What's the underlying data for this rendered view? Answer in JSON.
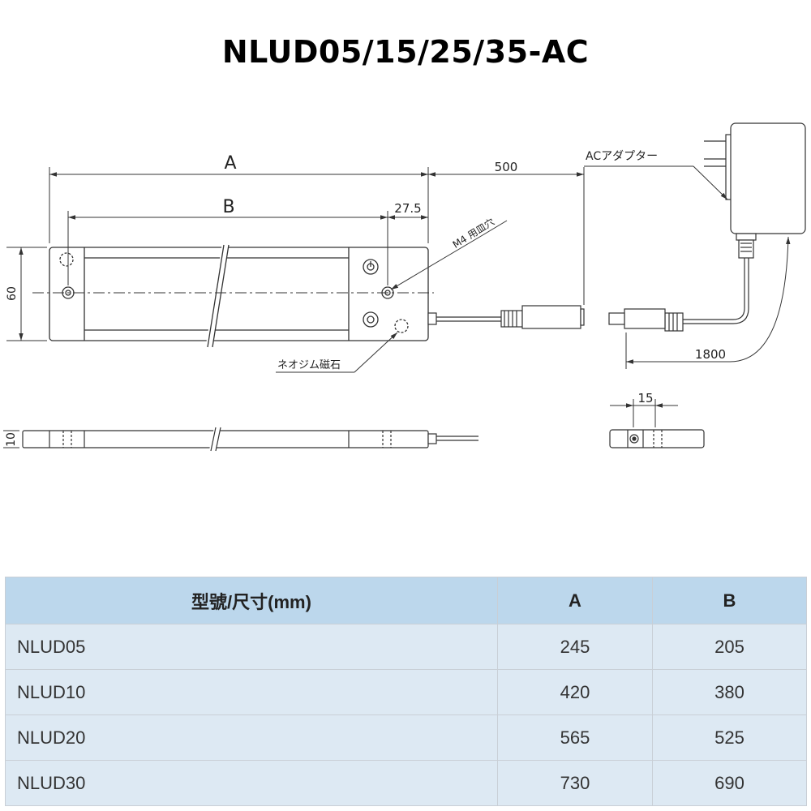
{
  "title": "NLUD05/15/25/35-AC",
  "drawing": {
    "dim_a": "A",
    "dim_b": "B",
    "dim_27_5": "27.5",
    "dim_500": "500",
    "dim_60": "60",
    "dim_10": "10",
    "dim_15": "15",
    "dim_1800": "1800",
    "label_m4": "M4 用皿穴",
    "label_magnet": "ネオジム磁石",
    "label_adapter": "ACアダプター"
  },
  "table": {
    "headers": [
      "型號/尺寸(mm)",
      "A",
      "B"
    ],
    "rows": [
      {
        "model": "NLUD05",
        "a": "245",
        "b": "205"
      },
      {
        "model": "NLUD10",
        "a": "420",
        "b": "380"
      },
      {
        "model": "NLUD20",
        "a": "565",
        "b": "525"
      },
      {
        "model": "NLUD30",
        "a": "730",
        "b": "690"
      }
    ]
  }
}
